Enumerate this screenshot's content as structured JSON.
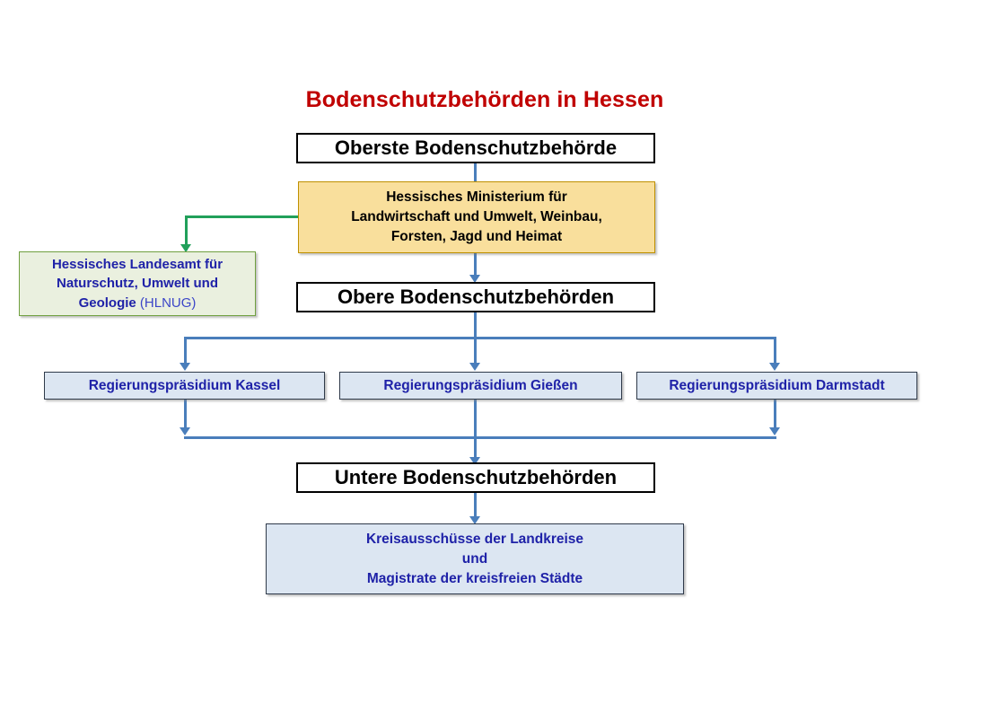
{
  "diagram": {
    "title": "Bodenschutzbehörden in Hessen",
    "title_color": "#C00000",
    "background_color": "#FFFFFF",
    "connector_color": "#4A7EBB",
    "green_connector_color": "#21A05A"
  },
  "levels": {
    "top": "Oberste Bodenschutzbehörde",
    "middle": "Obere Bodenschutzbehörden",
    "bottom": "Untere Bodenschutzbehörden"
  },
  "ministry": {
    "label": "Hessisches Ministerium für\nLandwirtschaft und Umwelt, Weinbau,\nForsten, Jagd und Heimat",
    "fill": "#F9DF9C",
    "border": "#BF9000",
    "text_color": "#000000"
  },
  "agency": {
    "name_bold": "Hessisches Landesamt für\nNaturschutz, Umwelt und\nGeologie ",
    "abbrev": "(HLNUG)",
    "fill": "#EAF0DF",
    "border": "#70A040",
    "text_color": "#1F22A8"
  },
  "regional_authorities": [
    {
      "label": "Regierungspräsidium Kassel"
    },
    {
      "label": "Regierungspräsidium Gießen"
    },
    {
      "label": "Regierungspräsidium Darmstadt"
    }
  ],
  "regional_style": {
    "fill": "#DCE6F2",
    "border": "#2F3A4A",
    "text_color": "#1F22A8"
  },
  "local_authorities": {
    "label": "Kreisausschüsse der Landkreise\nund\nMagistrate der kreisfreien Städte",
    "fill": "#DCE6F2",
    "border": "#2F3A4A",
    "text_color": "#1F22A8"
  }
}
